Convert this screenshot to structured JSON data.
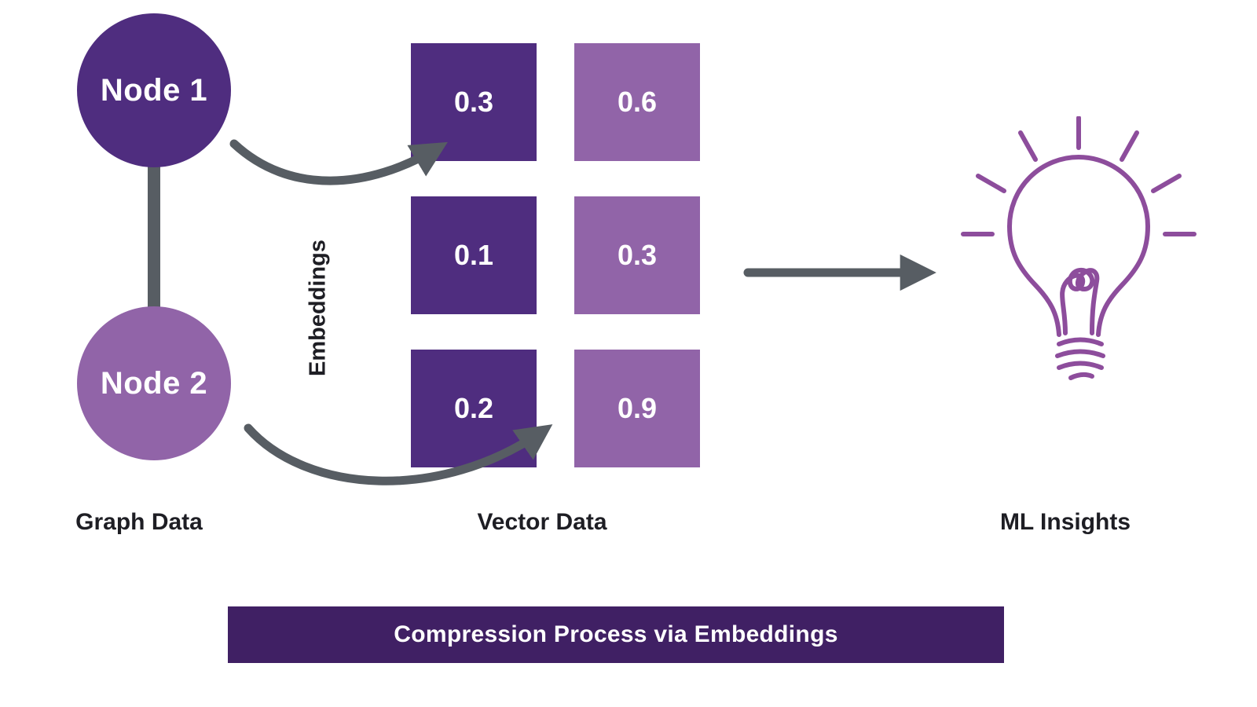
{
  "colors": {
    "dark_purple": "#4f2d7f",
    "light_purple": "#9164a8",
    "banner_purple": "#402064",
    "arrow_gray": "#575d63",
    "bulb_purple": "#8d4d9c",
    "text_dark": "#1e1e24",
    "background": "#ffffff"
  },
  "graph": {
    "node1_label": "Node 1",
    "node2_label": "Node 2",
    "caption": "Graph Data"
  },
  "embeddings": {
    "axis_label": "Embeddings",
    "caption": "Vector Data",
    "matrix": [
      [
        "0.3",
        "0.6"
      ],
      [
        "0.1",
        "0.3"
      ],
      [
        "0.2",
        "0.9"
      ]
    ]
  },
  "insights": {
    "icon": "lightbulb-icon",
    "caption": "ML Insights"
  },
  "banner": {
    "label": "Compression Process via Embeddings"
  }
}
